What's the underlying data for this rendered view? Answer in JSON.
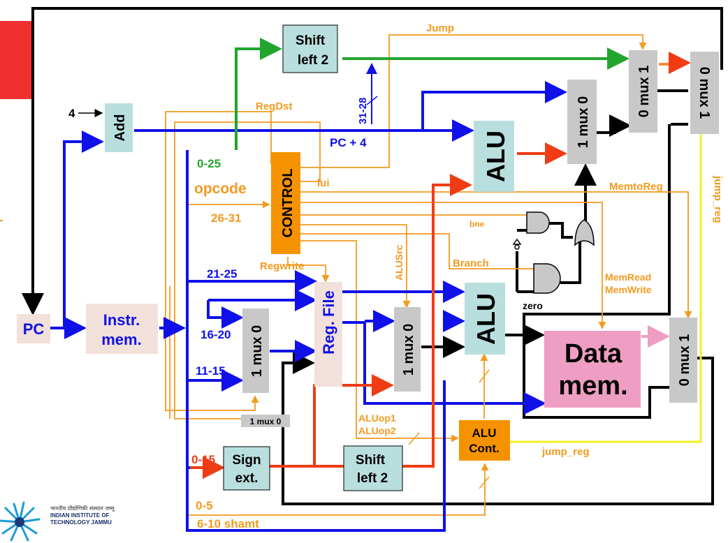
{
  "colors": {
    "datapath": "#1010e8",
    "control": "#f39a1f",
    "jump_path": "#22a52e",
    "imm_path": "#f03c14",
    "jump_reg": "#f5ee1f",
    "mux_gray": "#c8c8c8",
    "block_teal": "#b9dede",
    "control_unit": "#f59200",
    "data_mem_pink": "#ee9ec2",
    "corner_red": "#f03030",
    "logo_blue": "#1b3a7a"
  },
  "blocks": {
    "pc": "PC",
    "instr_mem": "Instr.\nmem.",
    "add": "Add",
    "shift_left_top": "Shift\nleft 2",
    "alu_top": "ALU",
    "alu_main": "ALU",
    "control": "CONTROL",
    "reg_file": "Reg. File",
    "data_mem": "Data\nmem.",
    "sign_ext": "Sign\next.",
    "shift_left_bottom": "Shift\nleft 2",
    "alu_cont": "ALU\nCont."
  },
  "muxes": {
    "regdst_mux": "1 mux 0",
    "alusrc_mux": "1 mux 0",
    "branch_mux": "1 mux 0",
    "jump_mux": "0 mux 1",
    "jumpreg_mux": "0 mux 1",
    "memtoreg_mux": "0 mux 1",
    "lui_mux": "1 mux 0"
  },
  "labels": {
    "four": "4",
    "pc_plus_4": "PC + 4",
    "jump": "Jump",
    "regdst": "RegDst",
    "bits_31_28": "31-28",
    "bits_0_25": "0-25",
    "lui": "lui",
    "opcode": "opcode",
    "bits_26_31": "26-31",
    "memtoreg": "MemtoReg",
    "bne": "bne",
    "alusrc": "ALUSrc",
    "branch": "Branch",
    "regwrite": "Regwrite",
    "bits_21_25": "21-25",
    "bits_16_20": "16-20",
    "bits_11_15": "11-15",
    "memread": "MemRead",
    "memwrite": "MemWrite",
    "zero": "zero",
    "aluop1": "ALUop1",
    "aluop2": "ALUop2",
    "jump_reg_bottom": "jump_reg",
    "jump_reg_side": "jump_reg",
    "bits_0_15": "0-15",
    "bits_0_5": "0-5",
    "bits_6_10": "6-10 shamt"
  },
  "logo": {
    "hindi_line": "भारतीय प्रौद्योगिकी संस्थान जम्मू",
    "english_line1": "INDIAN INSTITUTE OF",
    "english_line2": "TECHNOLOGY JAMMU"
  }
}
